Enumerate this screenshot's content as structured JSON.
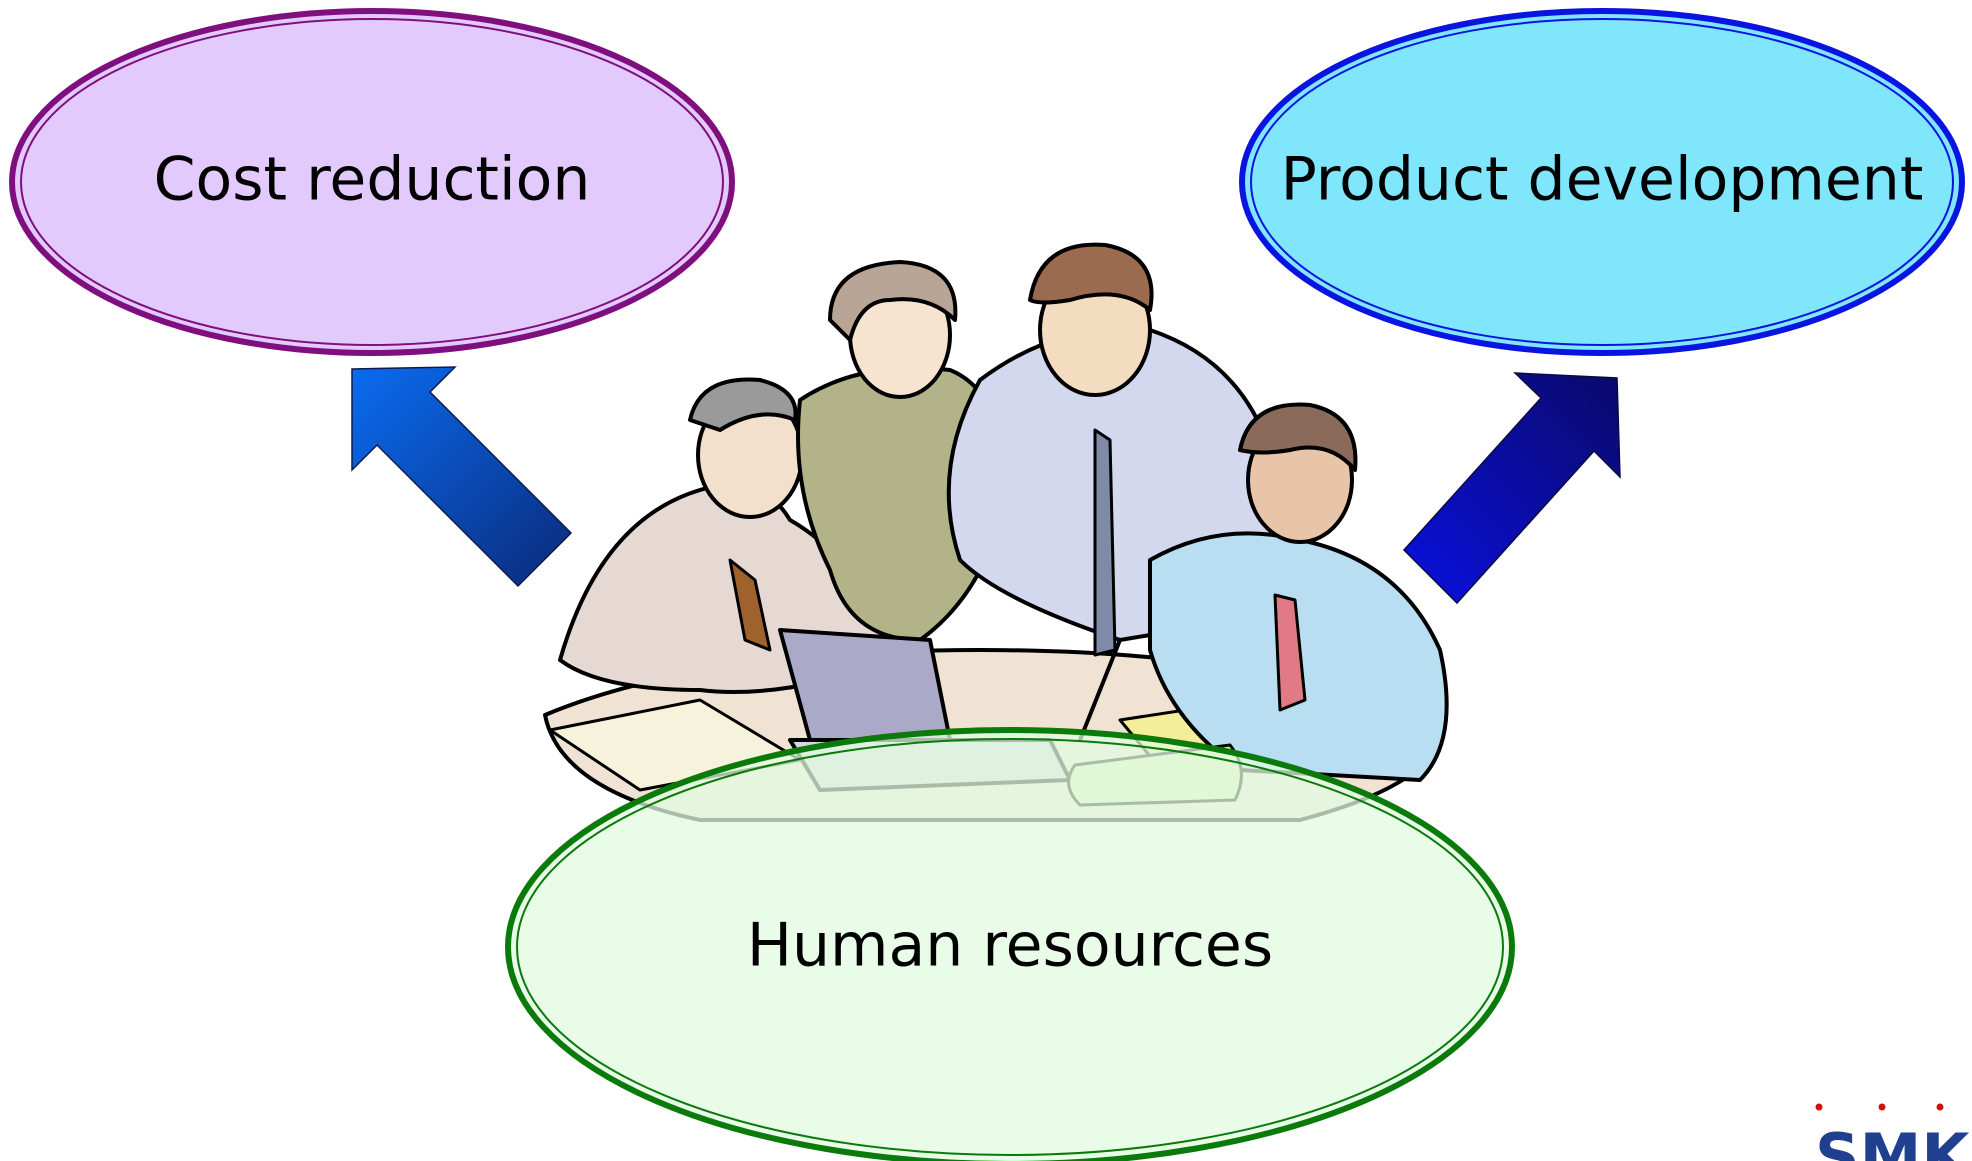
{
  "nodes": {
    "cost_reduction": {
      "label": "Cost reduction",
      "fill": "#e2cafc",
      "stroke": "#7f0f7f"
    },
    "product_development": {
      "label": "Product development",
      "fill": "#7fe6fc",
      "stroke": "#0a14e0"
    },
    "human_resources": {
      "label": "Human resources",
      "fill": "#e2fbe0",
      "stroke": "#0a7a0a"
    }
  },
  "arrows": {
    "left": {
      "gradient": [
        "#0a6cf0",
        "#0a2a7a"
      ]
    },
    "right": {
      "gradient": [
        "#0a10e0",
        "#0a0a6a"
      ]
    }
  },
  "illustration": {
    "icon": "business-team-meeting-clipart"
  },
  "logo": {
    "text": "SMK",
    "dot_color": "#d01010"
  }
}
